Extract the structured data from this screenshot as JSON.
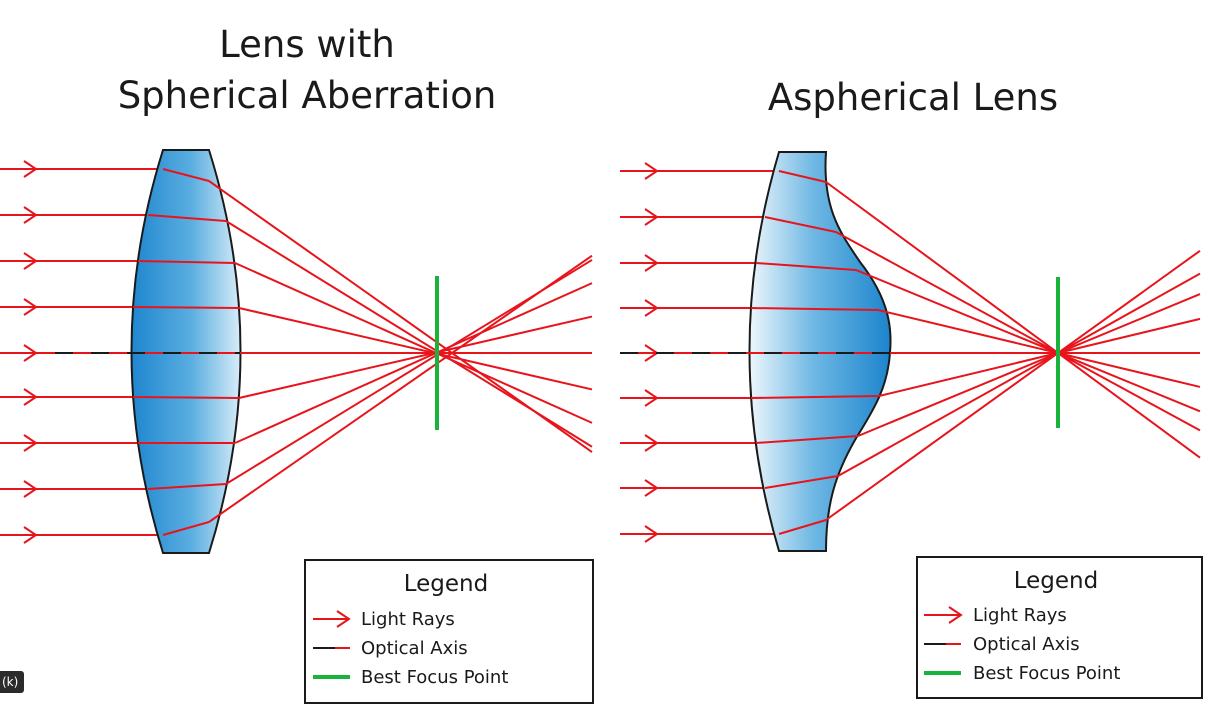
{
  "panels": [
    {
      "title_lines": [
        "Lens with",
        "Spherical Aberration"
      ],
      "legend": {
        "title": "Legend",
        "items": [
          "Light Rays",
          "Optical Axis",
          "Best Focus Point"
        ]
      }
    },
    {
      "title_lines": [
        "Aspherical Lens"
      ],
      "legend": {
        "title": "Legend",
        "items": [
          "Light Rays",
          "Optical Axis",
          "Best Focus Point"
        ]
      }
    }
  ],
  "badge": "(k)",
  "colors": {
    "ray": "#e8141c",
    "axis": "#1a1a1a",
    "focus": "#19b23b",
    "lens_dark": "#1e88d0",
    "lens_light": "#e6f3fb",
    "lens_outline": "#1a1a1a"
  }
}
